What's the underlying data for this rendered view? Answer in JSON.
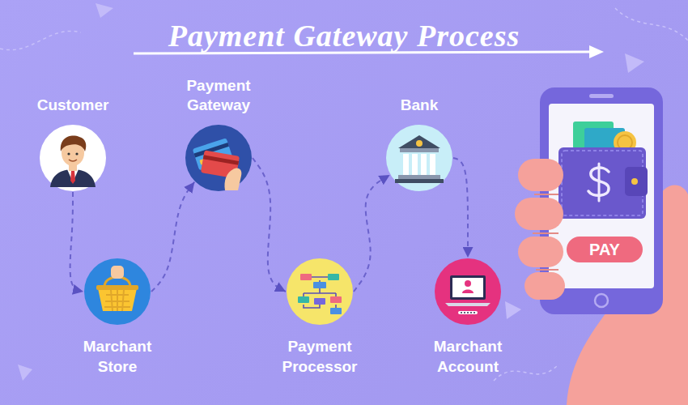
{
  "diagram": {
    "title": "Payment Gateway Process",
    "nodes": [
      {
        "text": [
          "Customer"
        ]
      },
      {
        "text": [
          "Marchant Store"
        ]
      },
      {
        "text": [
          "Payment Gateway"
        ]
      },
      {
        "text": [
          "Payment Processor"
        ]
      },
      {
        "text": [
          "Bank"
        ]
      },
      {
        "text": [
          "Marchant Account"
        ]
      }
    ],
    "edges": [
      {
        "from": 0,
        "to": 1,
        "arrow": "to"
      },
      {
        "from": 1,
        "to": 2,
        "arrow": "to"
      },
      {
        "from": 2,
        "to": 3,
        "arrow": "to"
      },
      {
        "from": 3,
        "to": 4,
        "arrow": "to"
      },
      {
        "from": 4,
        "to": 5,
        "arrow": "to"
      }
    ],
    "labels": [
      "PAY"
    ]
  }
}
